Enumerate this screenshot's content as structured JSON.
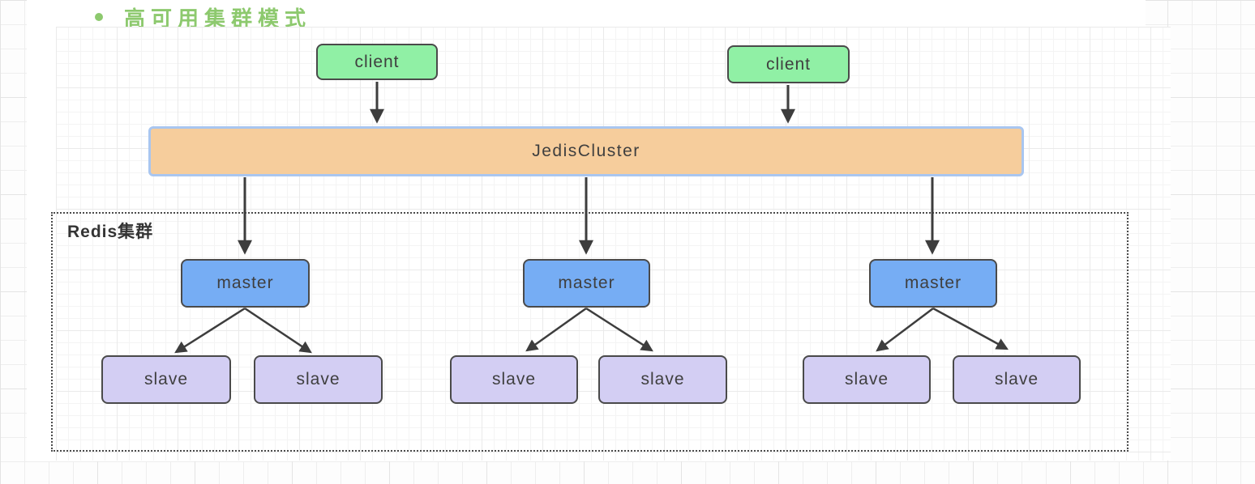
{
  "title": {
    "bullet": "",
    "text": "高可用集群模式"
  },
  "diagram": {
    "group": {
      "label": "Redis集群"
    },
    "nodes": {
      "clients": [
        "client",
        "client"
      ],
      "bar": "JedisCluster",
      "masters": [
        "master",
        "master",
        "master"
      ],
      "slaves": [
        "slave",
        "slave",
        "slave",
        "slave",
        "slave",
        "slave"
      ]
    },
    "edges": [
      {
        "from": "client-1",
        "to": "JedisCluster"
      },
      {
        "from": "client-2",
        "to": "JedisCluster"
      },
      {
        "from": "JedisCluster",
        "to": "master-1"
      },
      {
        "from": "JedisCluster",
        "to": "master-2"
      },
      {
        "from": "JedisCluster",
        "to": "master-3"
      },
      {
        "from": "master-1",
        "to": "slave-1"
      },
      {
        "from": "master-1",
        "to": "slave-2"
      },
      {
        "from": "master-2",
        "to": "slave-3"
      },
      {
        "from": "master-2",
        "to": "slave-4"
      },
      {
        "from": "master-3",
        "to": "slave-5"
      },
      {
        "from": "master-3",
        "to": "slave-6"
      }
    ],
    "colors": {
      "title_green": "#8dc96e",
      "client_fill": "#90f0a5",
      "master_fill": "#76adf4",
      "slave_fill": "#d3cef3",
      "bar_fill": "#f6cd9c",
      "bar_border": "#a9c6f0",
      "node_border": "#4a4a4a",
      "group_border": "#4a4a4a",
      "arrow": "#3d3d3d",
      "text": "#3f3f3f"
    }
  }
}
